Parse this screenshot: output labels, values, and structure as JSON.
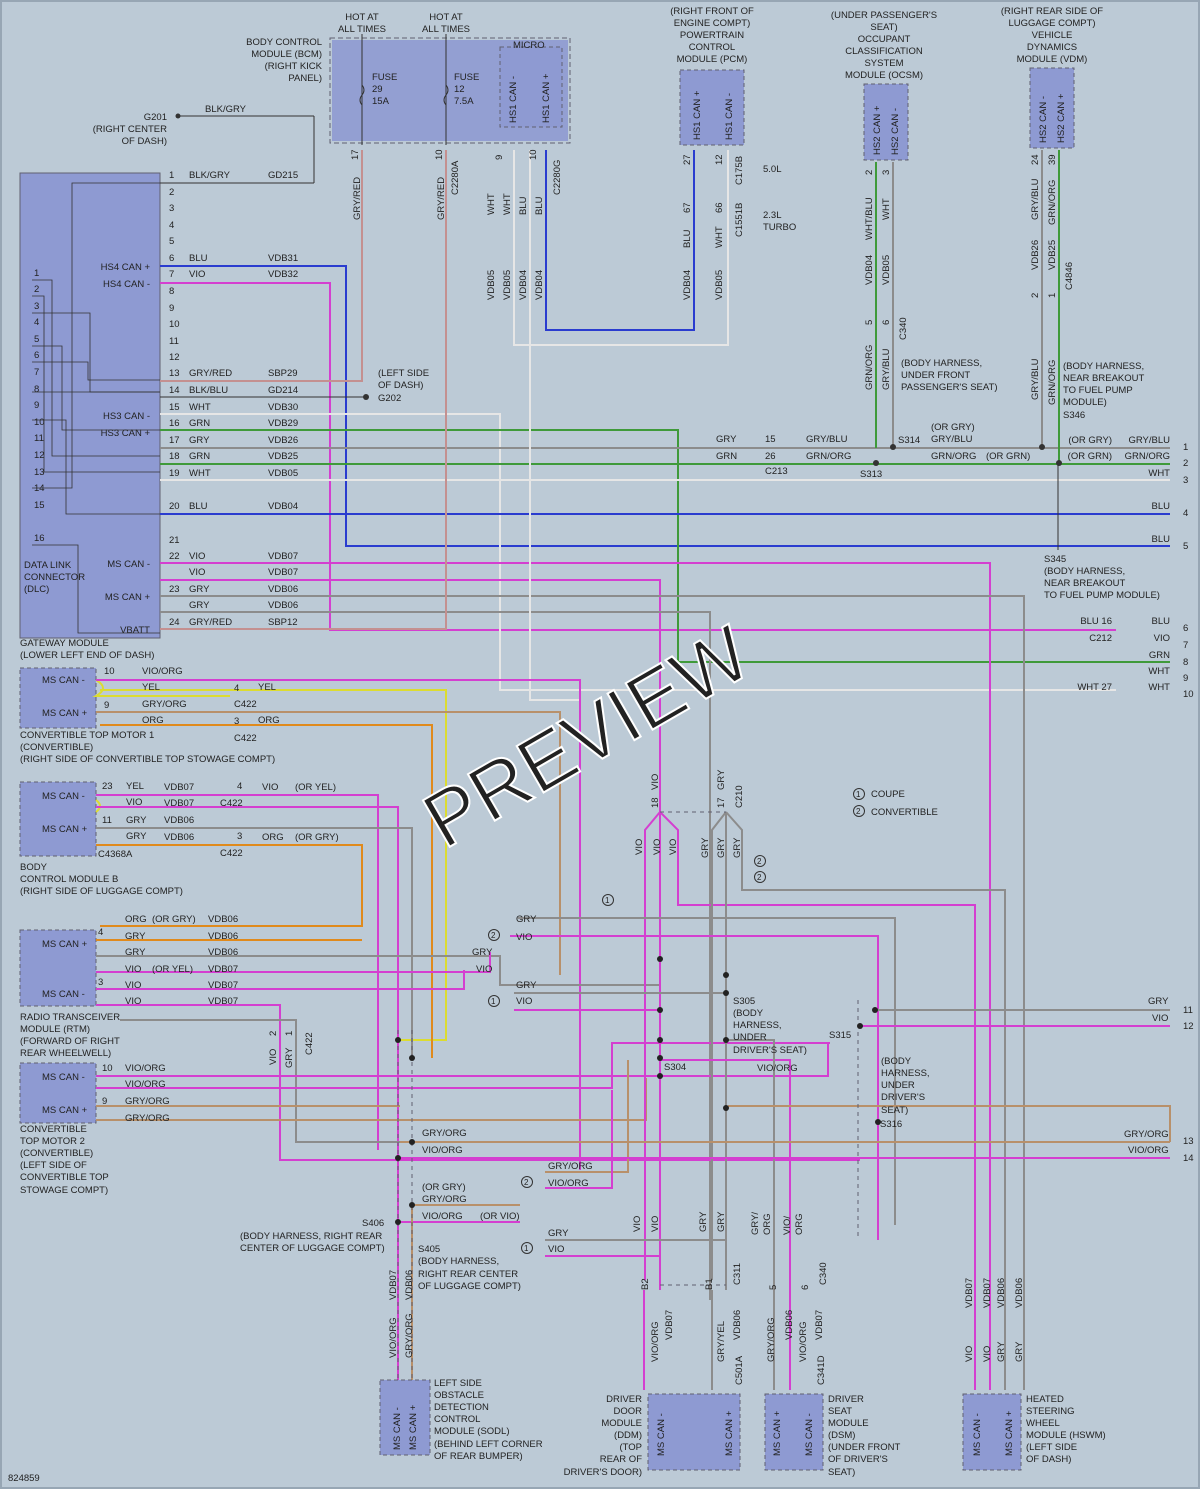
{
  "diagram_id": "824859",
  "watermark": "PREVIEW",
  "colors": {
    "BLU": "#2a3ccf",
    "VIO": "#d43fd0",
    "GRN": "#3f9a3a",
    "GRY": "#8c8c8c",
    "GRYRED": "#c49090",
    "GRYORG": "#b8906a",
    "WHT": "#e6e6e6",
    "YEL": "#dcdc30",
    "ORG": "#e08a1c",
    "BLK": "#333333",
    "module_fill": "#8e9ad2",
    "background": "#bccad6"
  },
  "legend": {
    "coupe": "COUPE",
    "convertible": "CONVERTIBLE"
  },
  "top_labels": {
    "hot_fuse29": [
      "HOT AT",
      "ALL TIMES"
    ],
    "hot_fuse12": [
      "HOT AT",
      "ALL TIMES"
    ],
    "bcm": [
      "BODY CONTROL",
      "MODULE (BCM)",
      "(RIGHT KICK",
      "PANEL)"
    ],
    "fuse29": [
      "FUSE",
      "29",
      "15A"
    ],
    "fuse12": [
      "FUSE",
      "12",
      "7.5A"
    ],
    "micro": "MICRO",
    "g201": [
      "G201",
      "(RIGHT CENTER",
      "OF DASH)"
    ],
    "pcm": [
      "(RIGHT FRONT OF",
      "ENGINE COMPT)",
      "POWERTRAIN",
      "CONTROL",
      "MODULE (PCM)"
    ],
    "ocsm": [
      "(UNDER PASSENGER'S",
      "SEAT)",
      "OCCUPANT",
      "CLASSIFICATION",
      "SYSTEM",
      "MODULE (OCSM)"
    ],
    "vdm": [
      "(RIGHT REAR SIDE OF",
      "LUGGAGE COMPT)",
      "VEHICLE",
      "DYNAMICS",
      "MODULE (VDM)"
    ],
    "pcm_50": "5.0L",
    "pcm_23": [
      "2.3L",
      "TURBO"
    ],
    "g202": [
      "(LEFT SIDE",
      "OF DASH)",
      "G202"
    ],
    "s314_note": [
      "(BODY HARNESS,",
      "UNDER FRONT",
      "PASSENGER'S SEAT)"
    ],
    "s346_note": [
      "(BODY HARNESS,",
      "NEAR BREAKOUT",
      "TO FUEL PUMP",
      "MODULE)",
      "S346"
    ],
    "s345_note": [
      "S345",
      "(BODY HARNESS,",
      "NEAR BREAKOUT",
      "TO FUEL PUMP MODULE)"
    ]
  },
  "dlc": {
    "title": [
      "DATA LINK",
      "CONNECTOR",
      "(DLC)"
    ],
    "gateway": [
      "GATEWAY MODULE",
      "(LOWER LEFT END OF DASH)"
    ],
    "pins": [
      "1",
      "2",
      "3",
      "4",
      "5",
      "6",
      "7",
      "8",
      "9",
      "10",
      "11",
      "12",
      "13",
      "14",
      "15",
      "16"
    ],
    "hs4p": "HS4 CAN +",
    "hs4m": "HS4 CAN -",
    "hs3m": "HS3 CAN -",
    "hs3p": "HS3 CAN +",
    "msm": "MS CAN -",
    "msp": "MS CAN +",
    "vbatt": "VBATT"
  },
  "gateway_rows": [
    {
      "pin": "1",
      "color": "BLK/GRY",
      "circuit": "GD215"
    },
    {
      "pin": "2",
      "color": "",
      "circuit": ""
    },
    {
      "pin": "3",
      "color": "",
      "circuit": ""
    },
    {
      "pin": "4",
      "color": "",
      "circuit": ""
    },
    {
      "pin": "5",
      "color": "",
      "circuit": ""
    },
    {
      "pin": "6",
      "color": "BLU",
      "circuit": "VDB31"
    },
    {
      "pin": "7",
      "color": "VIO",
      "circuit": "VDB32"
    },
    {
      "pin": "8",
      "color": "",
      "circuit": ""
    },
    {
      "pin": "9",
      "color": "",
      "circuit": ""
    },
    {
      "pin": "10",
      "color": "",
      "circuit": ""
    },
    {
      "pin": "11",
      "color": "",
      "circuit": ""
    },
    {
      "pin": "12",
      "color": "",
      "circuit": ""
    },
    {
      "pin": "13",
      "color": "GRY/RED",
      "circuit": "SBP29"
    },
    {
      "pin": "14",
      "color": "BLK/BLU",
      "circuit": "GD214"
    },
    {
      "pin": "15",
      "color": "WHT",
      "circuit": "VDB30"
    },
    {
      "pin": "16",
      "color": "GRN",
      "circuit": "VDB29"
    },
    {
      "pin": "17",
      "color": "GRY",
      "circuit": "VDB26"
    },
    {
      "pin": "18",
      "color": "GRN",
      "circuit": "VDB25"
    },
    {
      "pin": "19",
      "color": "WHT",
      "circuit": "VDB05"
    },
    {
      "pin": "20",
      "color": "BLU",
      "circuit": "VDB04"
    },
    {
      "pin": "21",
      "color": "",
      "circuit": ""
    },
    {
      "pin": "22",
      "color": "VIO",
      "circuit": "VDB07"
    },
    {
      "pin": "",
      "color": "VIO",
      "circuit": "VDB07"
    },
    {
      "pin": "23",
      "color": "GRY",
      "circuit": "VDB06"
    },
    {
      "pin": "",
      "color": "GRY",
      "circuit": "VDB06"
    },
    {
      "pin": "24",
      "color": "GRY/RED",
      "circuit": "SBP12"
    }
  ],
  "right_edge_refs": [
    "1",
    "2",
    "3",
    "4",
    "5",
    "6",
    "7",
    "8",
    "9",
    "10",
    "11",
    "12",
    "13",
    "14"
  ],
  "right_edge_colors": [
    {
      "left": "(OR GRY)",
      "right": "GRY/BLU"
    },
    {
      "left": "(OR GRN)",
      "right": "GRN/ORG"
    },
    {
      "left": "",
      "right": "WHT"
    },
    {
      "left": "",
      "right": "BLU"
    },
    {
      "left": "",
      "right": "BLU"
    },
    {
      "left": "BLU 16",
      "right": "BLU"
    },
    {
      "left": "C212",
      "right": "VIO"
    },
    {
      "left": "",
      "right": "GRN"
    },
    {
      "left": "",
      "right": "WHT"
    },
    {
      "left": "WHT 27",
      "right": "WHT"
    },
    {
      "left": "",
      "right": "GRY"
    },
    {
      "left": "",
      "right": "VIO"
    },
    {
      "left": "",
      "right": "GRY/ORG"
    },
    {
      "left": "",
      "right": "VIO/ORG"
    }
  ],
  "modules": {
    "ctm1": {
      "p1": "MS CAN -",
      "p2": "MS CAN +",
      "label": [
        "CONVERTIBLE TOP MOTOR 1",
        "(CONVERTIBLE)",
        "(RIGHT SIDE OF CONVERTIBLE TOP STOWAGE COMPT)"
      ]
    },
    "bcmb": {
      "p1": "MS CAN -",
      "p2": "MS CAN +",
      "label": [
        "BODY",
        "CONTROL MODULE B",
        "(RIGHT SIDE OF LUGGAGE COMPT)"
      ],
      "conn": "C4368A"
    },
    "rtm": {
      "p1": "MS CAN +",
      "p2": "MS CAN -",
      "label": [
        "RADIO TRANSCEIVER",
        "MODULE (RTM)",
        "(FORWARD OF RIGHT",
        "REAR WHEELWELL)"
      ]
    },
    "ctm2": {
      "p1": "MS CAN -",
      "p2": "MS CAN +",
      "label": [
        "CONVERTIBLE",
        "TOP MOTOR 2",
        "(CONVERTIBLE)",
        "(LEFT SIDE OF",
        "CONVERTIBLE TOP",
        "STOWAGE COMPT)"
      ]
    },
    "sodl": {
      "p1": "MS CAN -",
      "p2": "MS CAN +",
      "label": [
        "LEFT SIDE",
        "OBSTACLE",
        "DETECTION",
        "CONTROL",
        "MODULE (SODL)",
        "(BEHIND LEFT CORNER",
        "OF REAR BUMPER)"
      ]
    },
    "ddm": {
      "p1": "MS CAN -",
      "p2": "MS CAN +",
      "label": [
        "DRIVER",
        "DOOR",
        "MODULE",
        "(DDM)",
        "(TOP",
        "REAR OF",
        "DRIVER'S DOOR)"
      ]
    },
    "dsm": {
      "p1": "MS CAN +",
      "p2": "MS CAN -",
      "label": [
        "DRIVER",
        "SEAT",
        "MODULE",
        "(DSM)",
        "(UNDER FRONT",
        "OF DRIVER'S",
        "SEAT)"
      ]
    },
    "hswm": {
      "p1": "MS CAN -",
      "p2": "MS CAN +",
      "label": [
        "HEATED",
        "STEERING",
        "WHEEL",
        "MODULE (HSWM)",
        "(LEFT SIDE",
        "OF DASH)"
      ]
    },
    "pcm": {
      "p1": "HS1 CAN +",
      "p2": "HS1 CAN -"
    },
    "ocsm": {
      "p1": "HS2 CAN +",
      "p2": "HS2 CAN -"
    },
    "vdm": {
      "p1": "HS2 CAN -",
      "p2": "HS2 CAN +"
    },
    "bcm_micro": {
      "p1": "HS1 CAN -",
      "p2": "HS1 CAN +"
    }
  },
  "splices": {
    "s305": [
      "S305",
      "(BODY",
      "HARNESS,",
      "UNDER",
      "DRIVER'S SEAT)"
    ],
    "s315": [
      "S315"
    ],
    "s315_note": [
      "(BODY",
      "HARNESS,",
      "UNDER",
      "DRIVER'S",
      "SEAT)"
    ],
    "s316": "S316",
    "s304": "S304",
    "s406": [
      "S406",
      "(BODY HARNESS, RIGHT REAR",
      "CENTER OF LUGGAGE COMPT)"
    ],
    "s405": [
      "S405",
      "(BODY HARNESS,",
      "RIGHT REAR CENTER",
      "OF LUGGAGE COMPT)"
    ],
    "s313": "S313",
    "s314": "S314"
  }
}
